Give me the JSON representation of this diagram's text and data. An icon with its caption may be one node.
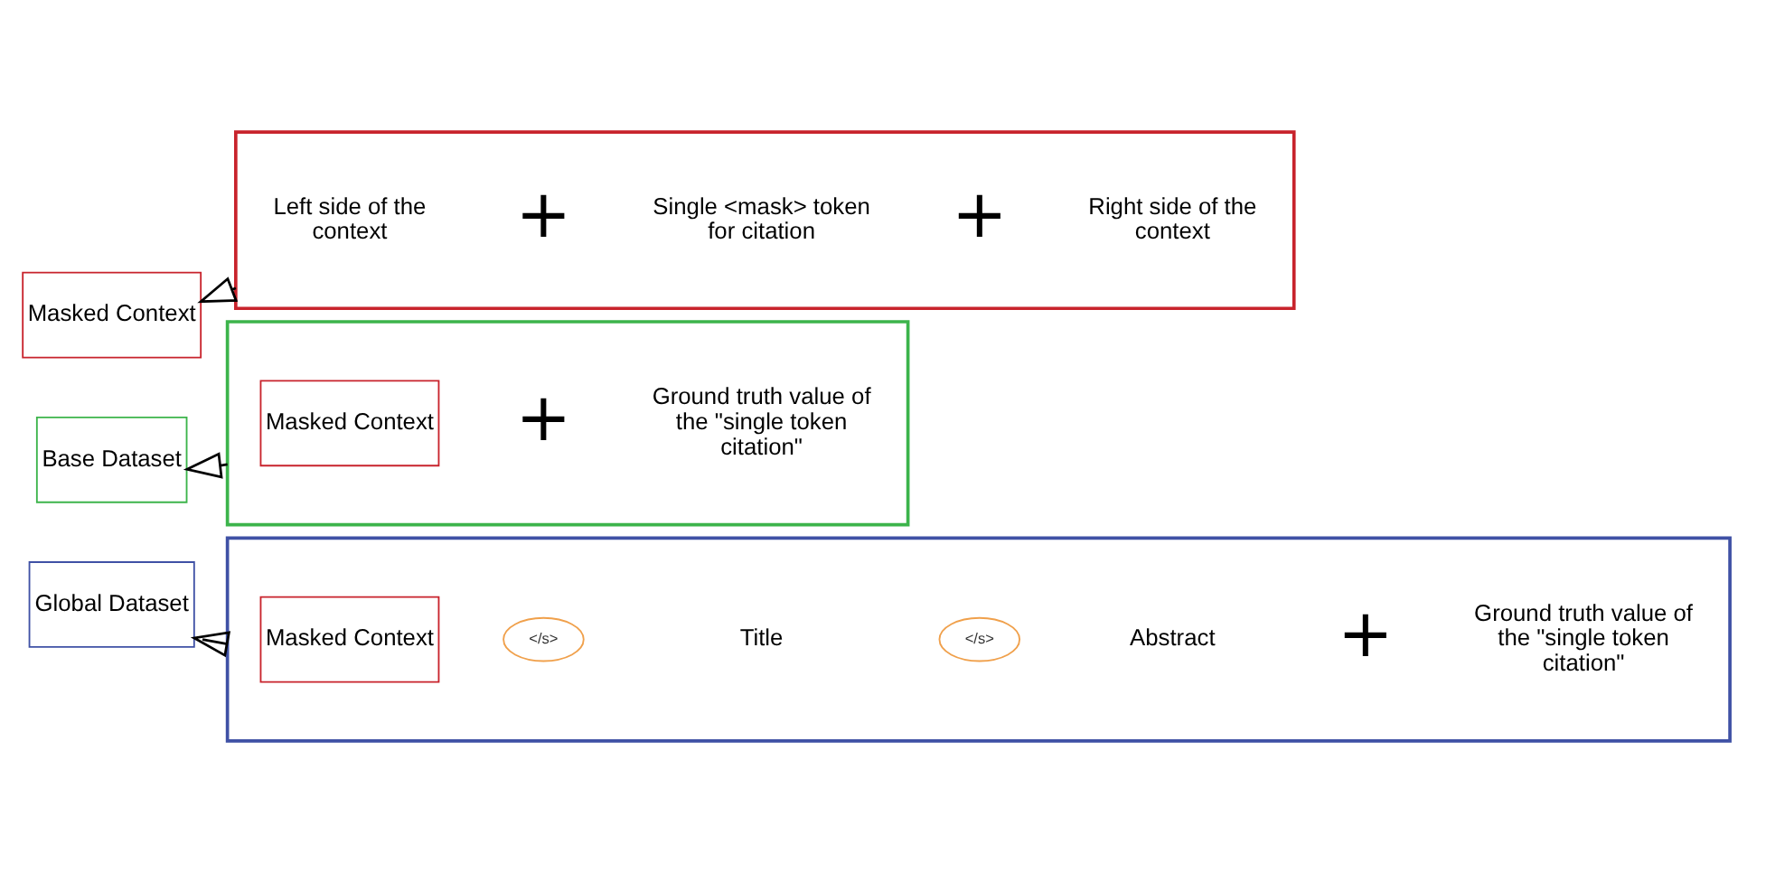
{
  "diagram": {
    "nodes": [
      {
        "text": [
          "Masked Context"
        ]
      },
      {
        "text": [],
        "shape": "box"
      },
      {
        "text": [
          "Left side of the context"
        ],
        "in": 1
      },
      {
        "text": [
          "Single <mask> token for citation"
        ],
        "in": 1
      },
      {
        "text": [
          "Right side of the context"
        ],
        "in": 1
      },
      {
        "text": [
          "Base Dataset"
        ]
      },
      {
        "text": [],
        "shape": "box"
      },
      {
        "text": [
          "Masked Context"
        ],
        "in": 6
      },
      {
        "text": [
          "Ground truth value of the \"single token citation\""
        ],
        "in": 6
      },
      {
        "text": [
          "Global Dataset"
        ]
      },
      {
        "text": [],
        "shape": "box"
      },
      {
        "text": [
          "Masked Context"
        ],
        "in": 10
      },
      {
        "text": [
          "</s>"
        ],
        "in": 10
      },
      {
        "text": [
          "Title"
        ],
        "in": 10
      },
      {
        "text": [
          "</s>"
        ],
        "in": 10
      },
      {
        "text": [
          "Abstract"
        ],
        "in": 10
      },
      {
        "text": [
          "Ground truth value of the \"single token citation\""
        ],
        "in": 10
      }
    ],
    "edges": [
      {
        "from": 1,
        "to": 0,
        "arrow": "to"
      },
      {
        "from": 6,
        "to": 5,
        "arrow": "to"
      },
      {
        "from": 10,
        "to": 9,
        "arrow": "to"
      }
    ],
    "labels": [
      "+",
      "+",
      "+",
      "+"
    ]
  }
}
